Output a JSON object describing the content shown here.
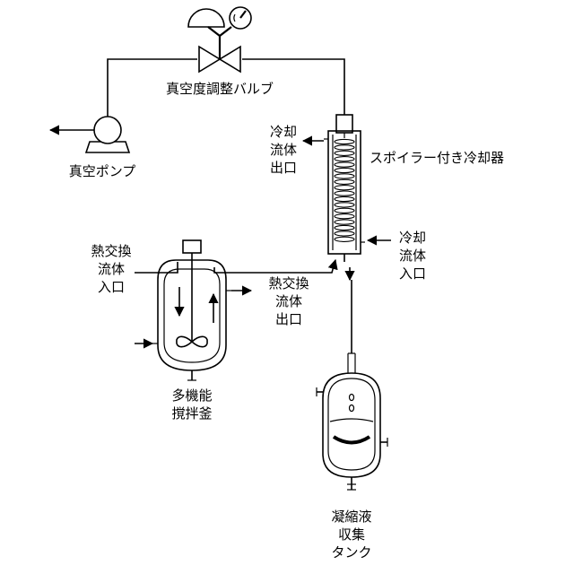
{
  "labels": {
    "valve": "真空度調整バルブ",
    "pump": "真空ポンプ",
    "coolant_out": [
      "冷却",
      "流体",
      "出口"
    ],
    "condenser": "スポイラー付き冷却器",
    "coolant_in": [
      "冷却",
      "流体",
      "入口"
    ],
    "heat_in": [
      "熱交換",
      "流体",
      "入口"
    ],
    "heat_out": [
      "熱交換",
      "流体",
      "出口"
    ],
    "reactor": [
      "多機能",
      "撹拌釜"
    ],
    "tank": [
      "凝縮液",
      "収集",
      "タンク"
    ]
  }
}
